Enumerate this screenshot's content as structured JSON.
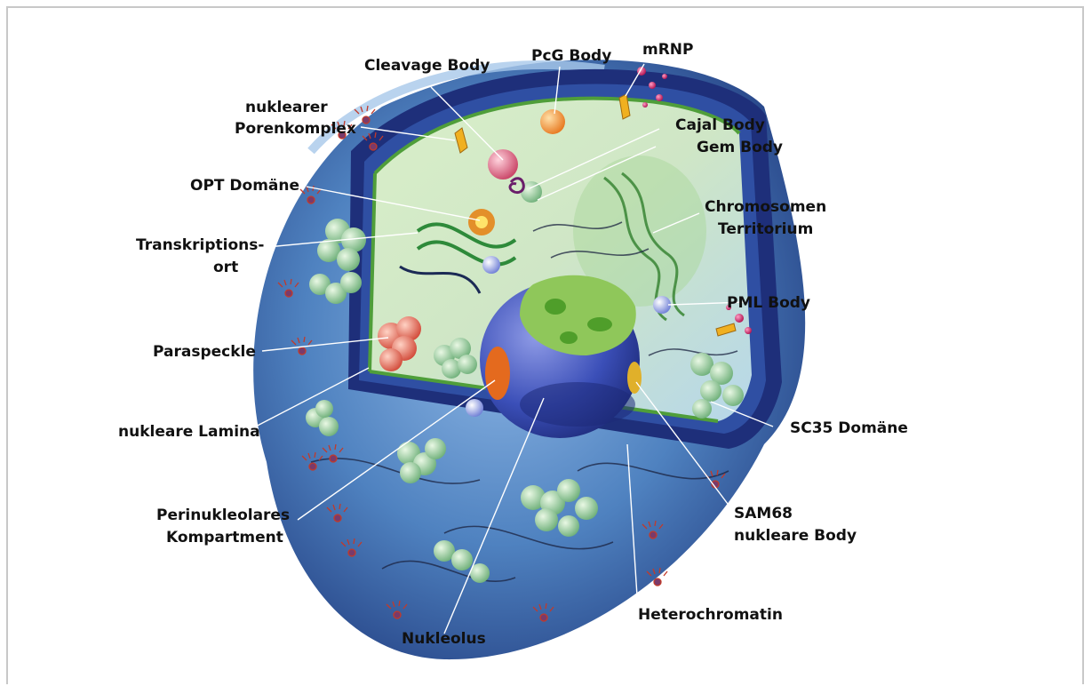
{
  "labels": {
    "cleavage": "Cleavage Body",
    "pcg": "PcG Body",
    "mrnp": "mRNP",
    "npc_1": "nuklearer",
    "npc_2": "Porenkomplex",
    "cajal": "Cajal Body",
    "gem": "Gem Body",
    "opt": "OPT Domäne",
    "chrom_1": "Chromosomen",
    "chrom_2": "Territorium",
    "trans_1": "Transkriptions-",
    "trans_2": "ort",
    "pml": "PML Body",
    "paraspeckle": "Paraspeckle",
    "lamina": "nukleare Lamina",
    "sc35": "SC35 Domäne",
    "perinuc_1": "Perinukleolares",
    "perinuc_2": "Kompartment",
    "sam68_1": "SAM68",
    "sam68_2": "nukleare Body",
    "hetero": "Heterochromatin",
    "nucleolus": "Nukleolus"
  },
  "colors": {
    "nucleus_blue": "#3f6fae",
    "envelope_navy": "#1e2f7a",
    "interior": "#c6e3b5",
    "nucleolus": "#2c3f99",
    "speckle_green": "#8fc78f",
    "cleavage_pink": "#d85a7a",
    "pcg_orange": "#f08a2a",
    "paraspeckle_red": "#e0684f",
    "mrnp_magenta": "#c0155a"
  }
}
